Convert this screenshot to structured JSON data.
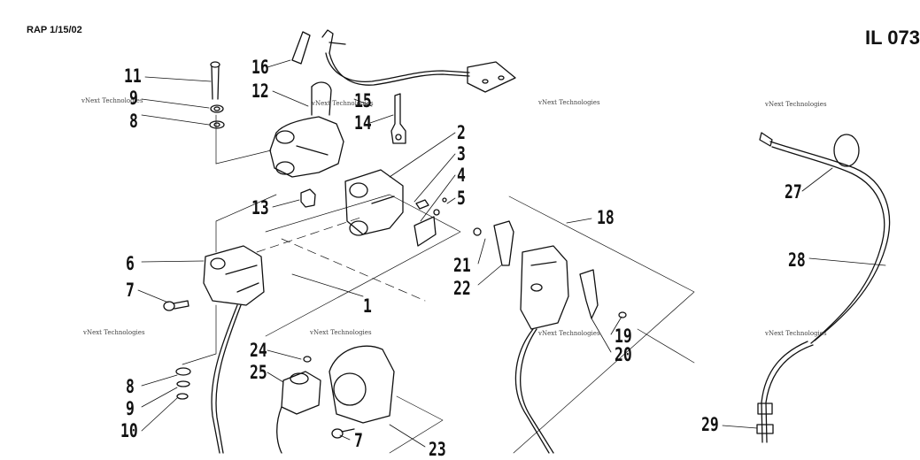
{
  "header": {
    "revision": "RAP 1/15/02",
    "illustration_id": "IL 073"
  },
  "watermark": {
    "text": "vNext Technologies"
  },
  "callouts": {
    "c1": "1",
    "c2": "2",
    "c3": "3",
    "c4": "4",
    "c5": "5",
    "c6": "6",
    "c7a": "7",
    "c7b": "7",
    "c8a": "8",
    "c8b": "8",
    "c9a": "9",
    "c9b": "9",
    "c10": "10",
    "c11": "11",
    "c12": "12",
    "c13": "13",
    "c14": "14",
    "c15": "15",
    "c16": "16",
    "c18": "18",
    "c19": "19",
    "c20": "20",
    "c21": "21",
    "c22": "22",
    "c23": "23",
    "c24": "24",
    "c25": "25",
    "c27": "27",
    "c28": "28",
    "c29": "29"
  }
}
